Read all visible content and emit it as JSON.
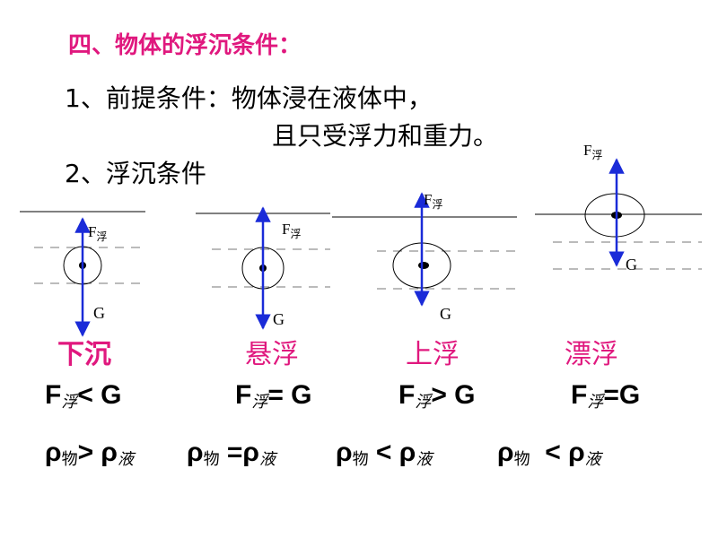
{
  "heading": "四、物体的浮沉条件：",
  "premise": {
    "label": "1、前提条件：物体浸在液体中，",
    "cont": "且只受浮力和重力。"
  },
  "condition_label": "2、浮沉条件",
  "force_labels": {
    "F": "F",
    "buoy_sub": "浮",
    "G": "G"
  },
  "states": [
    "下沉",
    "悬浮",
    "上浮",
    "漂浮"
  ],
  "force_relations": [
    {
      "lhs": "F",
      "sub": "浮",
      "op": "< G"
    },
    {
      "lhs": "F",
      "sub": "浮",
      "op": "= G"
    },
    {
      "lhs": "F",
      "sub": "浮",
      "op": "> G"
    },
    {
      "lhs": "F",
      "sub": "浮",
      "op": "=G"
    }
  ],
  "density_relations": [
    {
      "a": "ρ",
      "asub": "物",
      "op": "> ρ",
      "bsub": "液"
    },
    {
      "a": "ρ",
      "asub": "物",
      "op": " =ρ",
      "bsub": "液"
    },
    {
      "a": "ρ",
      "asub": "物",
      "op": " < ρ",
      "bsub": "液"
    },
    {
      "a": "ρ",
      "asub": "物",
      "op": "  < ρ",
      "bsub": "液"
    }
  ],
  "colors": {
    "heading": "#e0187e",
    "arrow": "#1a2bd8",
    "state": "#e0187e"
  }
}
